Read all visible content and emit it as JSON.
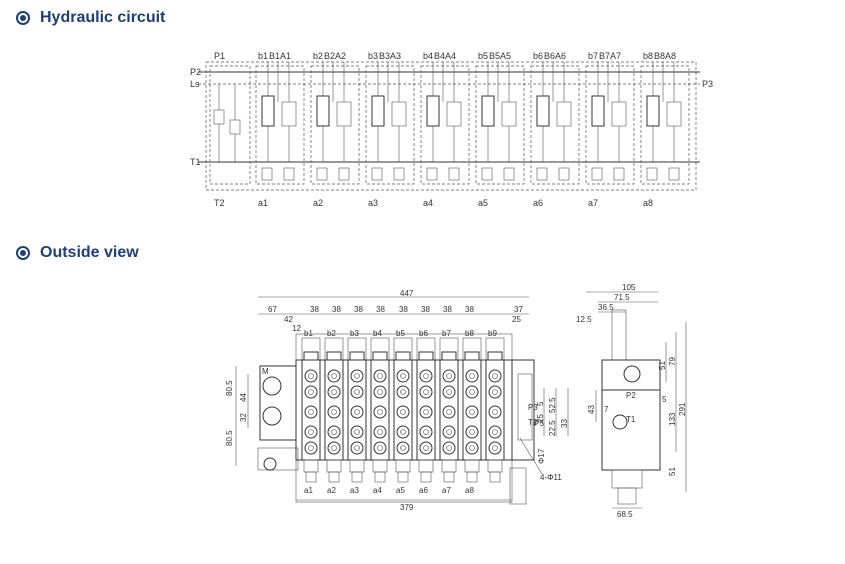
{
  "sections": {
    "hydraulic": {
      "title": "Hydraulic circuit",
      "port_labels_top": [
        "P1",
        "b1",
        "B1",
        "A1",
        "b2",
        "B2",
        "A2",
        "b3",
        "B3",
        "A3",
        "b4",
        "B4",
        "A4",
        "b5",
        "B5",
        "A5",
        "b6",
        "B6",
        "A6",
        "b7",
        "B7",
        "A7",
        "b8",
        "B8",
        "A8"
      ],
      "left_labels": [
        "P2",
        "Ls",
        "T1"
      ],
      "right_label": "P3",
      "bottom_labels": [
        "T2",
        "a1",
        "a2",
        "a3",
        "a4",
        "a5",
        "a6",
        "a7",
        "a8"
      ]
    },
    "outside": {
      "title": "Outside view",
      "overall_width": "447",
      "segments": [
        "67",
        "38",
        "38",
        "38",
        "38",
        "38",
        "38",
        "38",
        "38",
        "37"
      ],
      "sub_dims": [
        "42",
        "12",
        "25"
      ],
      "section_labels_top": [
        "b1",
        "b2",
        "b3",
        "b4",
        "b5",
        "b6",
        "b7",
        "b8",
        "b9"
      ],
      "section_labels_bottom": [
        "a1",
        "a2",
        "a3",
        "a4",
        "a5",
        "a6",
        "a7",
        "a8"
      ],
      "bottom_width": "379",
      "left_dims": [
        "80.5",
        "44",
        "32",
        "80.5"
      ],
      "left_marker": "M",
      "right_labels": [
        "P3",
        "T2",
        "P5"
      ],
      "right_dims": [
        "5",
        "25",
        "52.5",
        "22.5",
        "33"
      ],
      "hole_dims": [
        "Φ17",
        "4-Φ11"
      ],
      "side_top_dims": [
        "105",
        "71.5",
        "36.5",
        "12.5"
      ],
      "side_right_dims": [
        "51",
        "79",
        "5",
        "133",
        "291",
        "51"
      ],
      "side_left_dims": [
        "43",
        "7"
      ],
      "side_labels": [
        "P2",
        "T1"
      ],
      "side_bottom_dim": "68.5"
    }
  }
}
